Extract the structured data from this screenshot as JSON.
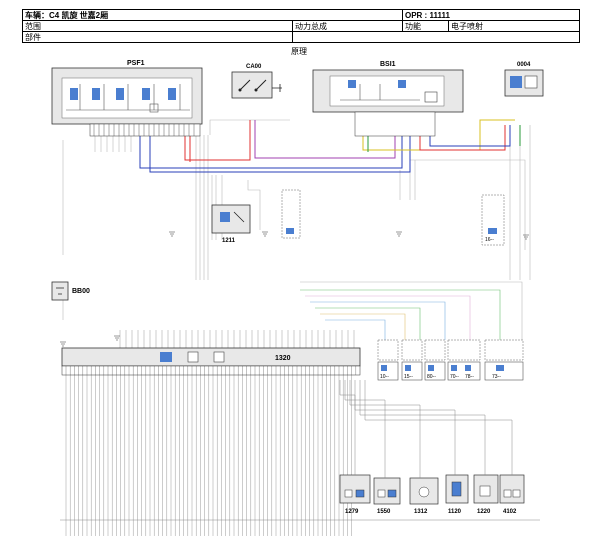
{
  "header": {
    "vehicle": "车辆：C4 凯旋 世嘉2厢",
    "opr": "OPR : 11111",
    "scope_label": "范围",
    "scope_value": "动力总成",
    "function_label": "功能",
    "function_value": "电子喷射",
    "part_label": "部件",
    "caption": "原理"
  },
  "components": {
    "psf1": "PSF1",
    "ca00": "CA00",
    "bsi1": "BSI1",
    "c0004": "0004",
    "c1211": "1211",
    "bb00": "BB00",
    "c1320": "1320",
    "c10": "10--",
    "c15": "15--",
    "c80": "80--",
    "c70": "70--",
    "c78": "78--",
    "c73": "73--",
    "c16": "16--",
    "c1279": "1279",
    "c1550": "1550",
    "c1312": "1312",
    "c1120": "1120",
    "c1220": "1220",
    "c4102": "4102"
  },
  "colors": {
    "red": "#e03030",
    "blue": "#2a3fb8",
    "green": "#2a9a3a",
    "yellow": "#d8c020",
    "purple": "#a040b0",
    "grey": "#c8c8c8",
    "black": "#222222"
  }
}
